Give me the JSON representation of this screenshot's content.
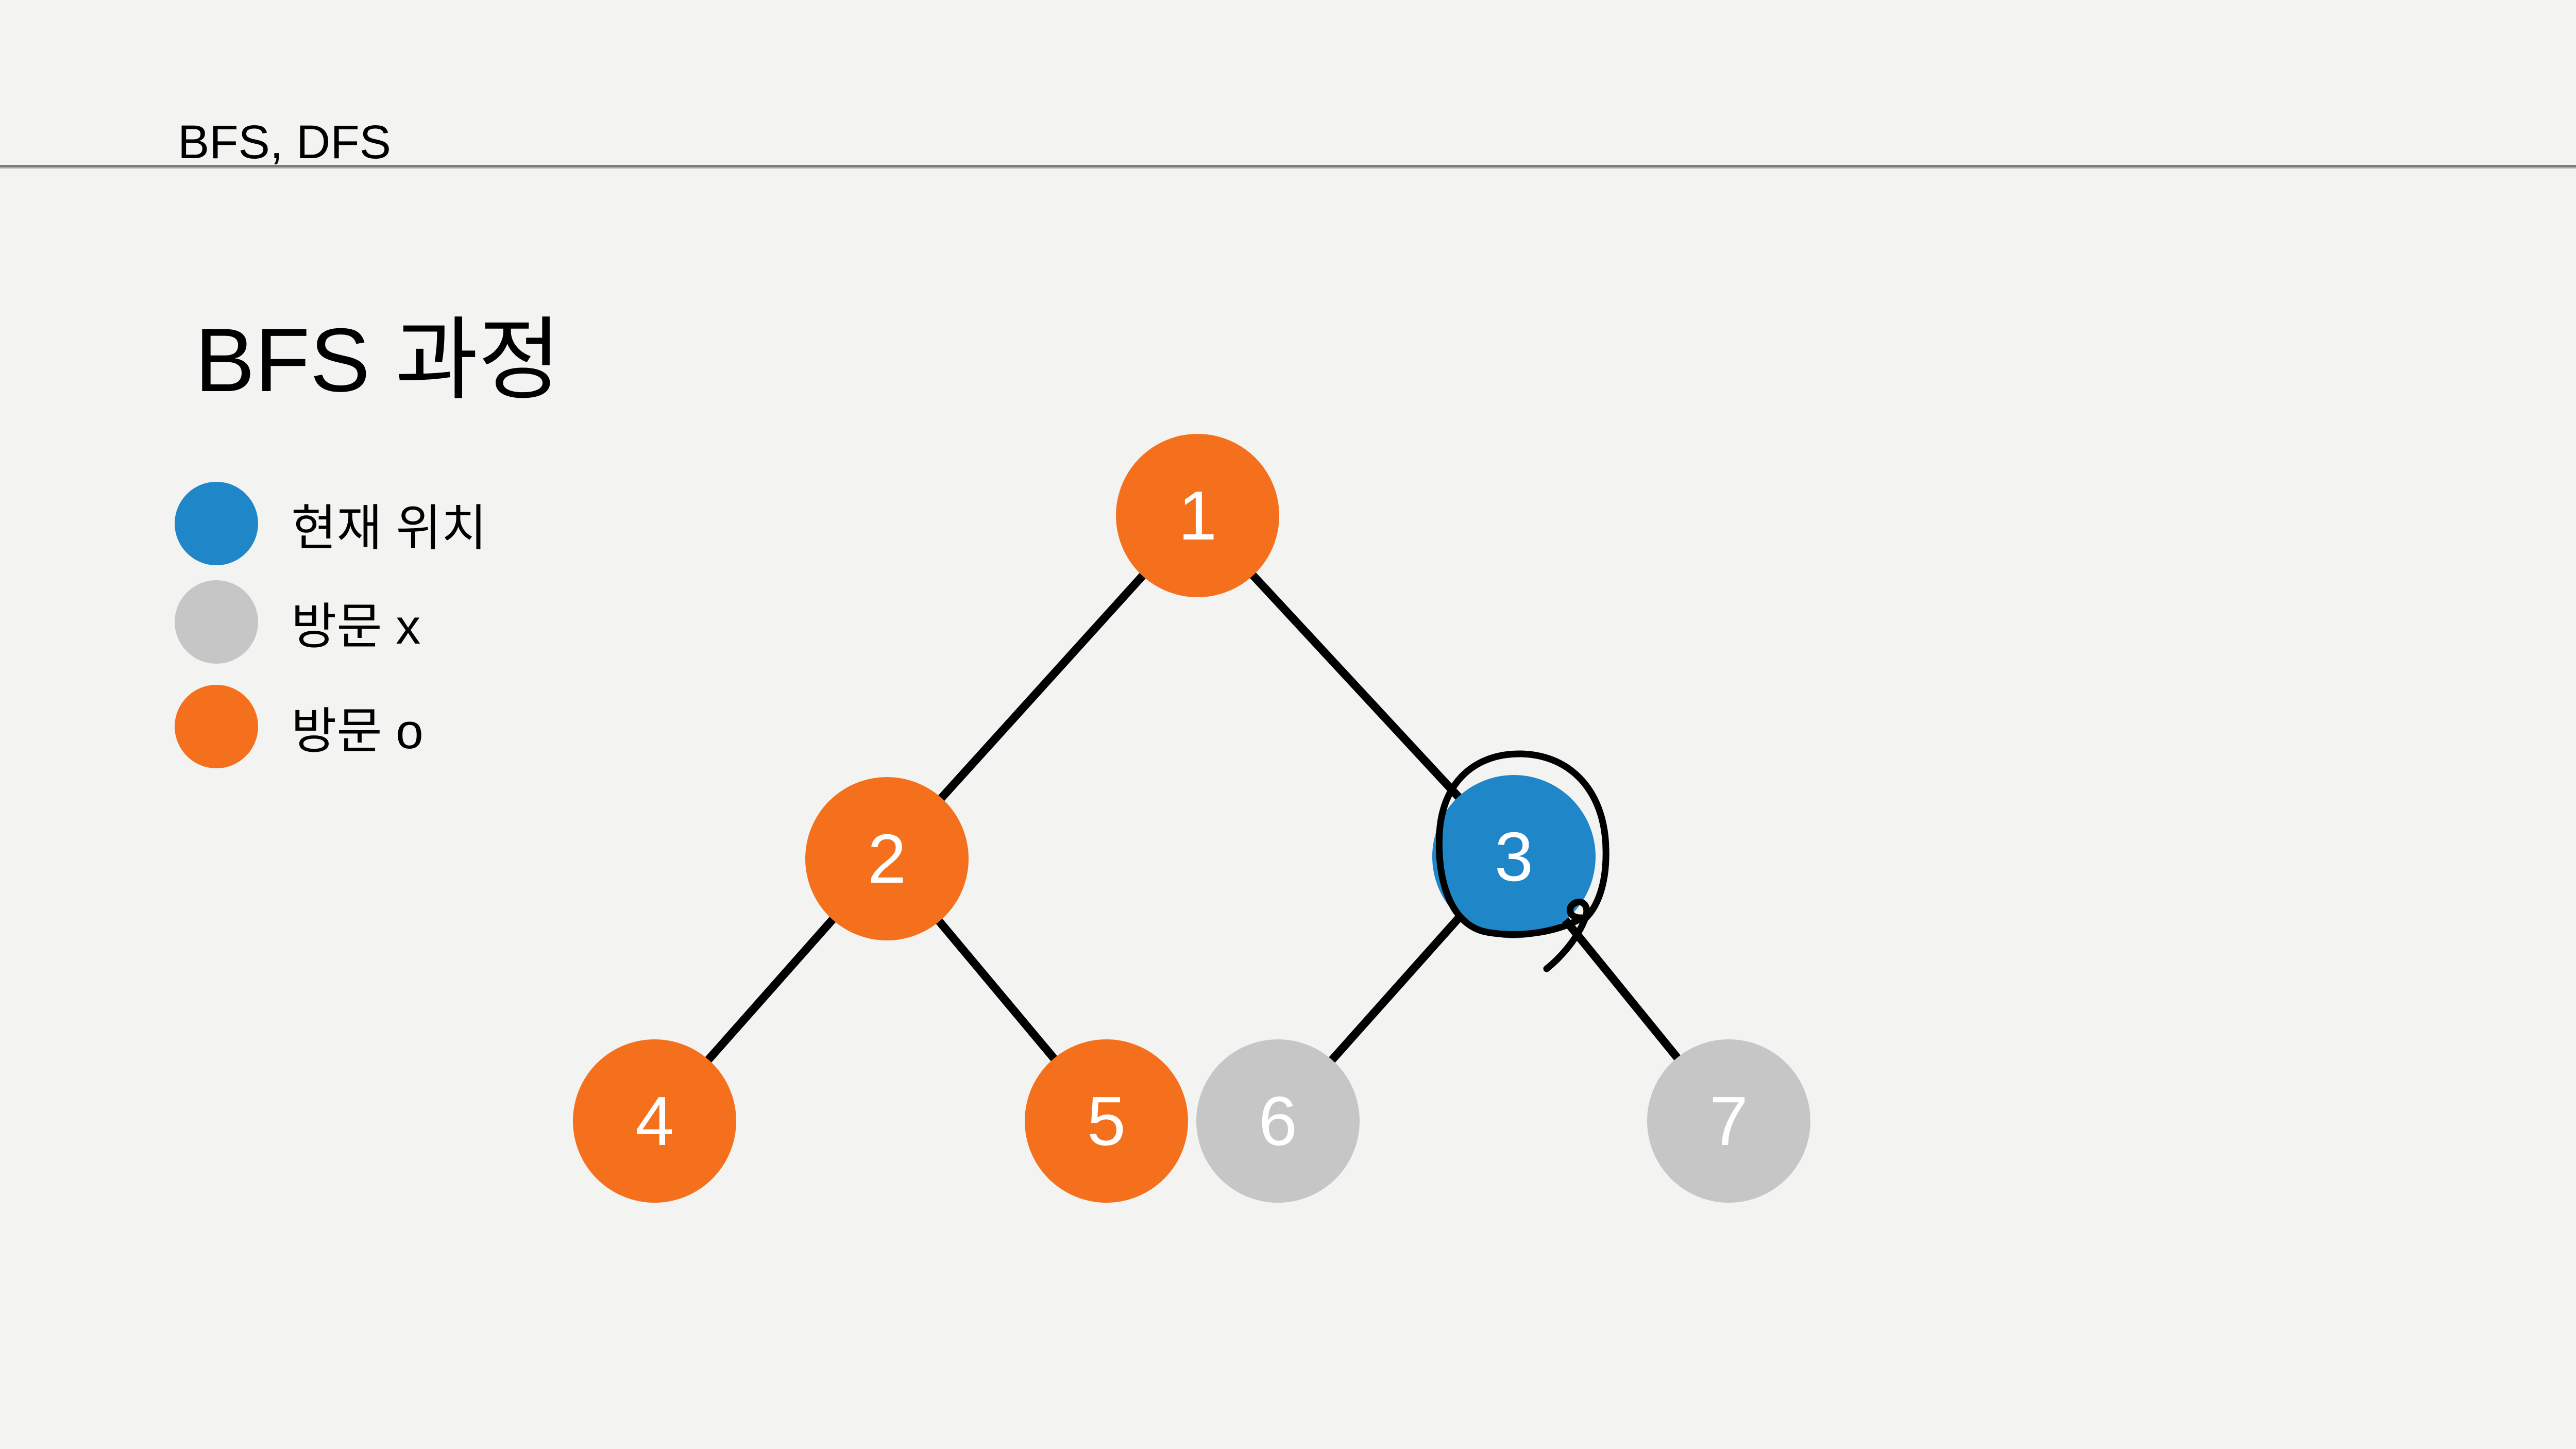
{
  "slide": {
    "header": {
      "label": "BFS, DFS"
    },
    "title": "BFS 과정",
    "legend": {
      "items": [
        {
          "label": "현재 위치",
          "state": "current",
          "color": "#1f87c8"
        },
        {
          "label": "방문 x",
          "state": "not-visited",
          "color": "#c6c6c6"
        },
        {
          "label": "방문 o",
          "state": "visited",
          "color": "#f4701d"
        }
      ]
    },
    "tree": {
      "nodes": [
        {
          "id": 1,
          "label": "1",
          "state": "visited"
        },
        {
          "id": 2,
          "label": "2",
          "state": "visited"
        },
        {
          "id": 3,
          "label": "3",
          "state": "current"
        },
        {
          "id": 4,
          "label": "4",
          "state": "visited"
        },
        {
          "id": 5,
          "label": "5",
          "state": "visited"
        },
        {
          "id": 6,
          "label": "6",
          "state": "not-visited"
        },
        {
          "id": 7,
          "label": "7",
          "state": "not-visited"
        }
      ],
      "edges": [
        {
          "from": 1,
          "to": 2
        },
        {
          "from": 1,
          "to": 3
        },
        {
          "from": 2,
          "to": 4
        },
        {
          "from": 2,
          "to": 5
        },
        {
          "from": 3,
          "to": 6
        },
        {
          "from": 3,
          "to": 7
        }
      ],
      "annotation": "hand-drawn circle around node 3"
    },
    "colors": {
      "background": "#f3f3f1",
      "current": "#1f87c8",
      "not_visited": "#c6c6c6",
      "visited": "#f4701d",
      "edge": "#000000",
      "rule": "#7b7b7b"
    }
  }
}
